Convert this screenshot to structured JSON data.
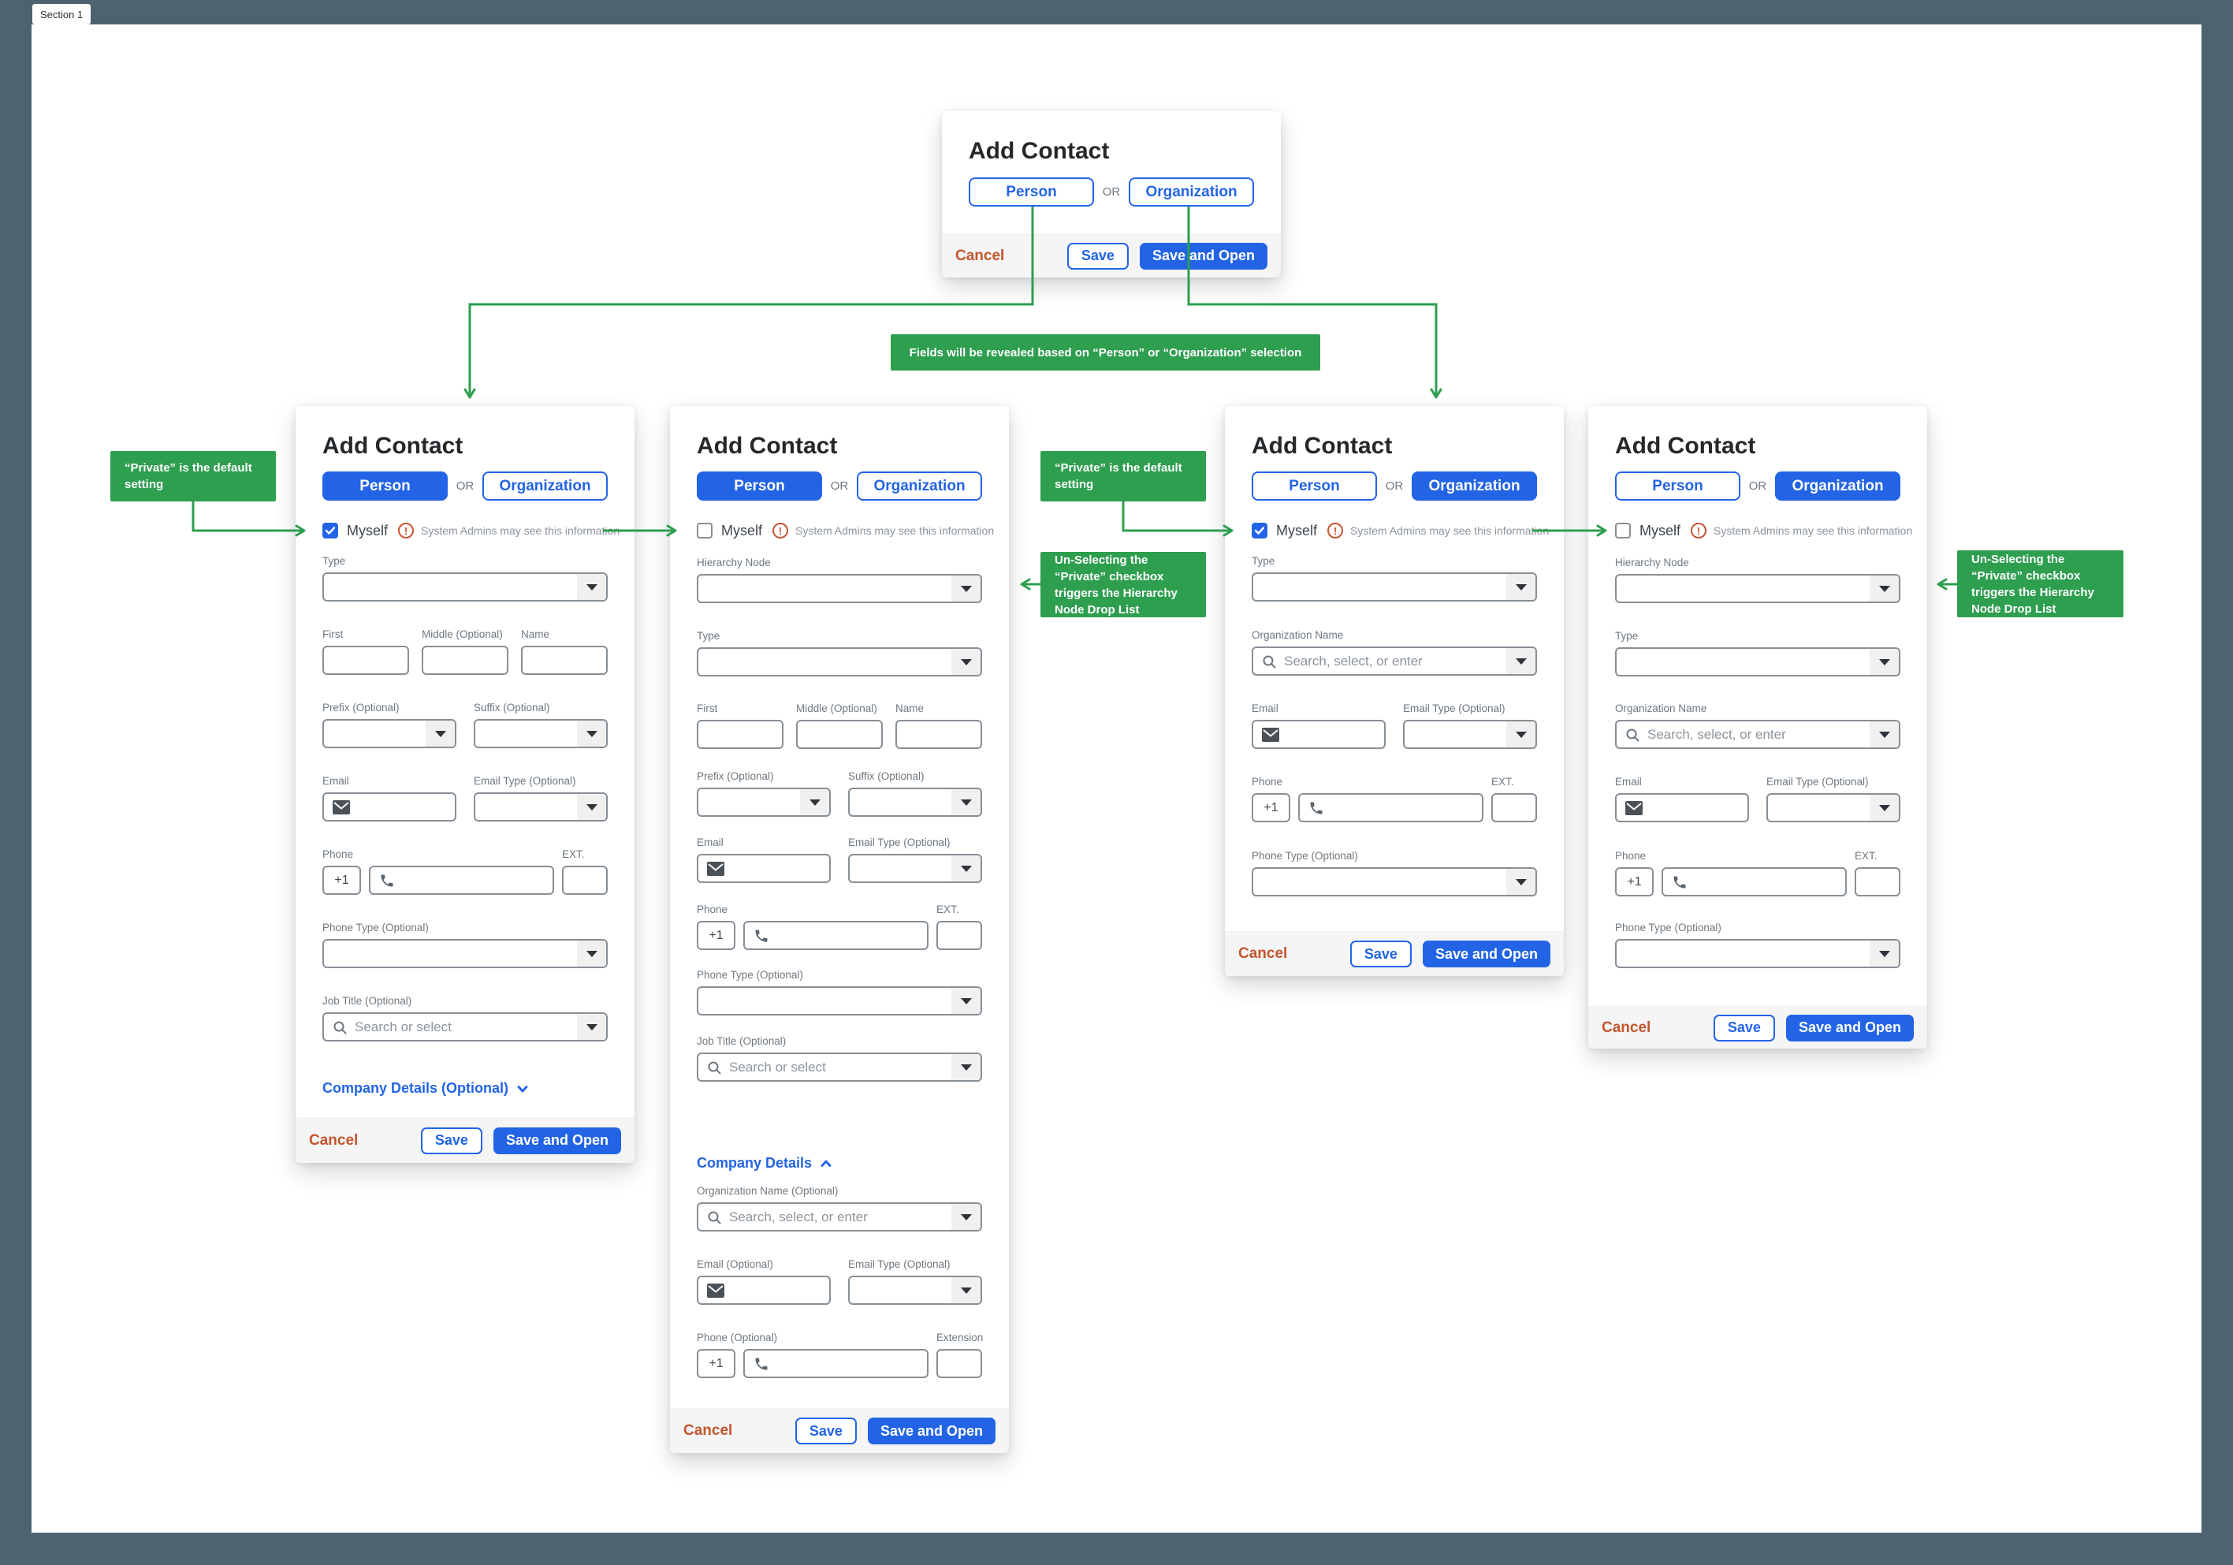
{
  "section_label": "Section 1",
  "banner": {
    "text": "Fields will be revealed based on “Person” or “Organization” selection"
  },
  "annotations": [
    {
      "id": "private-default-left",
      "text": "“Private” is the default setting"
    },
    {
      "id": "private-default-right",
      "text": "“Private” is the default setting"
    },
    {
      "id": "unselect-private-left",
      "text": "Un-Selecting the “Private” checkbox triggers the Hierarchy Node Drop List"
    },
    {
      "id": "unselect-private-right",
      "text": "Un-Selecting the “Private” checkbox triggers the Hierarchy Node Drop List"
    }
  ],
  "shared": {
    "title": "Add Contact",
    "person": "Person",
    "or": "OR",
    "organization": "Organization",
    "myself": "Myself",
    "admin_warning": "System Admins may see this information",
    "cancel": "Cancel",
    "save": "Save",
    "save_and_open": "Save and Open",
    "country_code": "+1",
    "warning_glyph": "!"
  },
  "colors": {
    "background": "#4D6470",
    "annotation_green": "#2E9E4F",
    "primary_blue": "#2264E5",
    "cancel_orange": "#C4562D",
    "warning_orange": "#C75430"
  },
  "dialogs": [
    {
      "id": "chooser",
      "selected": null
    },
    {
      "id": "person-private",
      "selected": "person",
      "myself_checked": true,
      "rows": [
        {
          "kind": "select",
          "label": "Type"
        },
        {
          "kind": "trio",
          "labels": [
            "First",
            "Middle (Optional)",
            "Name"
          ]
        },
        {
          "kind": "select2",
          "labels": [
            "Prefix (Optional)",
            "Suffix (Optional)"
          ]
        },
        {
          "kind": "email2",
          "labels": [
            "Email",
            "Email Type (Optional)"
          ]
        },
        {
          "kind": "phone",
          "label": "Phone",
          "ext_label": "EXT."
        },
        {
          "kind": "select",
          "label": "Phone Type (Optional)"
        },
        {
          "kind": "search",
          "label": "Job Title (Optional)",
          "placeholder": "Search or select"
        },
        {
          "kind": "link",
          "label": "Company Details (Optional)",
          "chevron": "down"
        }
      ]
    },
    {
      "id": "person-public",
      "selected": "person",
      "myself_checked": false,
      "rows": [
        {
          "kind": "select",
          "label": "Hierarchy Node"
        },
        {
          "kind": "select",
          "label": "Type"
        },
        {
          "kind": "trio",
          "labels": [
            "First",
            "Middle (Optional)",
            "Name"
          ]
        },
        {
          "kind": "select2",
          "labels": [
            "Prefix (Optional)",
            "Suffix (Optional)"
          ]
        },
        {
          "kind": "email2",
          "labels": [
            "Email",
            "Email Type (Optional)"
          ]
        },
        {
          "kind": "phone",
          "label": "Phone",
          "ext_label": "EXT."
        },
        {
          "kind": "select",
          "label": "Phone Type (Optional)"
        },
        {
          "kind": "search",
          "label": "Job Title (Optional)",
          "placeholder": "Search or select"
        },
        {
          "kind": "link",
          "label": "Company Details",
          "chevron": "up"
        },
        {
          "kind": "search",
          "label": "Organization Name (Optional)",
          "placeholder": "Search, select, or enter"
        },
        {
          "kind": "email2",
          "labels": [
            "Email (Optional)",
            "Email Type (Optional)"
          ]
        },
        {
          "kind": "phone",
          "label": "Phone (Optional)",
          "ext_label": "Extension"
        }
      ]
    },
    {
      "id": "org-private",
      "selected": "organization",
      "myself_checked": true,
      "rows": [
        {
          "kind": "select",
          "label": "Type"
        },
        {
          "kind": "search",
          "label": "Organization Name",
          "placeholder": "Search, select, or enter"
        },
        {
          "kind": "email2",
          "labels": [
            "Email",
            "Email Type (Optional)"
          ]
        },
        {
          "kind": "phone",
          "label": "Phone",
          "ext_label": "EXT."
        },
        {
          "kind": "select",
          "label": "Phone Type (Optional)"
        }
      ]
    },
    {
      "id": "org-public",
      "selected": "organization",
      "myself_checked": false,
      "rows": [
        {
          "kind": "select",
          "label": "Hierarchy Node"
        },
        {
          "kind": "select",
          "label": "Type"
        },
        {
          "kind": "search",
          "label": "Organization Name",
          "placeholder": "Search, select, or enter"
        },
        {
          "kind": "email2",
          "labels": [
            "Email",
            "Email Type (Optional)"
          ]
        },
        {
          "kind": "phone",
          "label": "Phone",
          "ext_label": "EXT."
        },
        {
          "kind": "select",
          "label": "Phone Type (Optional)"
        }
      ]
    }
  ]
}
